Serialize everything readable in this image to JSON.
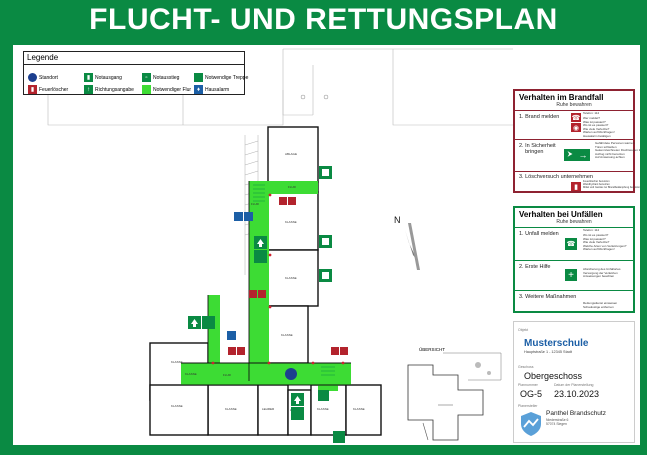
{
  "title": "FLUCHT- UND RETTUNGSPLAN",
  "legend": {
    "title": "Legende",
    "items": [
      {
        "label": "Standort",
        "color": "#1c3f8f",
        "icon": "standort-icon"
      },
      {
        "label": "Notausgang",
        "color": "#0a8a43",
        "icon": "exit-icon"
      },
      {
        "label": "Notausstieg",
        "color": "#0a8a43",
        "icon": "exit-window-icon"
      },
      {
        "label": "Notwendige Treppe",
        "color": "#0a8a43",
        "icon": "stair-icon"
      },
      {
        "label": "Feuerlöscher",
        "color": "#b3232d",
        "icon": "extinguisher-icon"
      },
      {
        "label": "Richtungsangabe",
        "color": "#0a8a43",
        "icon": "arrow-icon"
      },
      {
        "label": "Notwendiger Flur",
        "color": "#3ddc34",
        "icon": "corridor-icon"
      },
      {
        "label": "Hausalarm",
        "color": "#1c5fa6",
        "icon": "alarm-icon"
      }
    ]
  },
  "rooms": [
    "ABLAGE",
    "FLUR",
    "KLASSE",
    "KLASSE",
    "KLASSE",
    "KLASSE",
    "KLASSE",
    "KLASSE",
    "KLASSE",
    "KLASSE",
    "KLASSE",
    "LEHRER",
    "LEHRER",
    "FLUR",
    "FLUR"
  ],
  "overview_label": "ÜBERSICHT",
  "north_label": "N",
  "fire": {
    "title": "Verhalten im Brandfall",
    "sub": "Ruhe bewahren",
    "steps": [
      {
        "label": "1. Brand melden",
        "phone_label": "Telefon:",
        "phone_value": "112",
        "notes": "Wer meldet?\nWas ist passiert?\nWo ist es passiert?\nWie viele Verletzte?\nWarten auf Rückfragen!\nHausalarm betätigen"
      },
      {
        "label": "2. In Sicherheit\n    bringen",
        "notes": "Gefährdete Personen warnen\nTüren schließen\nGekennzeichneten Fluchtwegen folgen\nAufzug nicht benutzen\nAuf Anweisung achten"
      },
      {
        "label": "3. Löschversuch unternehmen",
        "notes": "Feuerlöscher benutzen\nWandhydrant benutzen\nMittel und Geräte zur Brandbekämpfung benutzen"
      }
    ]
  },
  "accident": {
    "title": "Verhalten bei Unfällen",
    "sub": "Ruhe bewahren",
    "steps": [
      {
        "label": "1. Unfall melden",
        "phone_label": "Telefon:",
        "phone_value": "112",
        "notes": "Wo ist es passiert?\nWas ist passiert?\nWie viele Verletzte?\nWelche Arten von Verletzungen?\nWarten auf Rückfragen!"
      },
      {
        "label": "2. Erste Hilfe",
        "notes": "Absicherung des Unfallortes\nVersorgung der Verletzten\nAnweisungen beachten"
      },
      {
        "label": "3. Weitere Maßnahmen",
        "notes": "Rettungsdienst einweisen\nSchaulustige entfernen"
      }
    ]
  },
  "info": {
    "object_label": "Objekt",
    "school": "Musterschule",
    "address": "Hauptstraße 1 - 12345 Stadt",
    "floor_label": "Geschoss",
    "floor": "Obergeschoss",
    "plan_no_label": "Plannummer",
    "plan_no": "OG-5",
    "date_label": "Datum der Planerstellung",
    "date": "23.10.2023",
    "creator_label": "Planersteller",
    "company": "Panthel Brandschutz",
    "company_address": "Niederstraße 6\n57074 Siegen"
  },
  "colors": {
    "green": "#0a8a43",
    "corridor": "#3ddc34",
    "fire_red": "#8e2231",
    "blue": "#1c5fa6"
  }
}
